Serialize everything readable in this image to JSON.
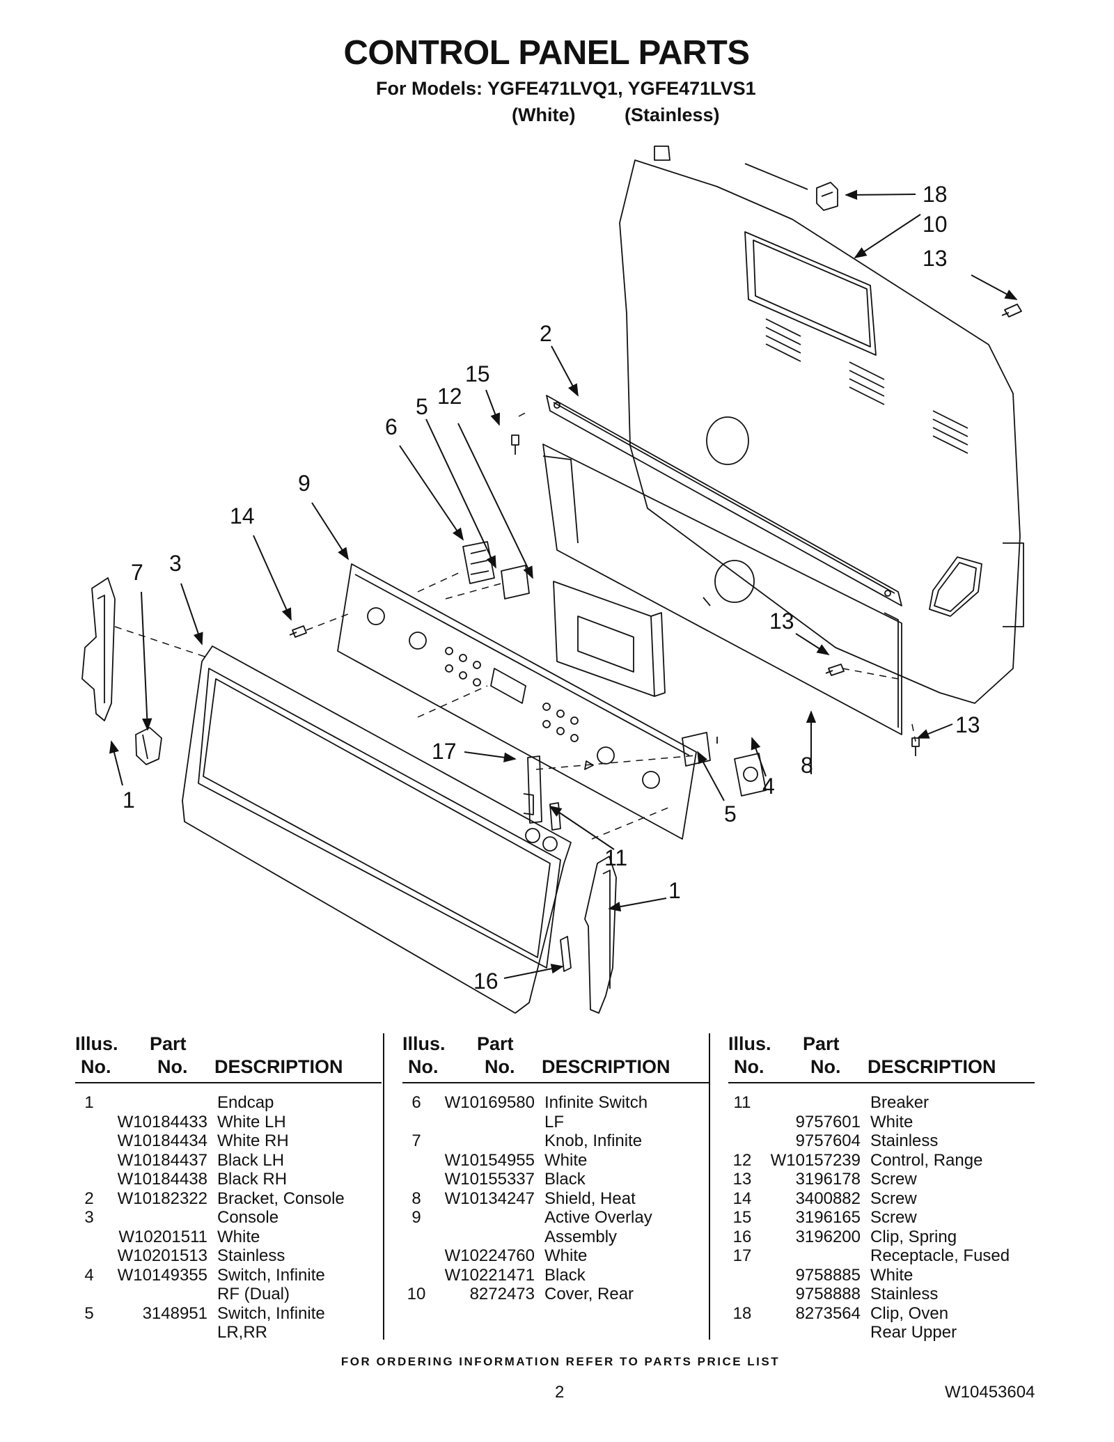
{
  "header": {
    "title": "CONTROL PANEL PARTS",
    "models": "For Models: YGFE471LVQ1, YGFE471LVS1",
    "variant_white": "(White)",
    "variant_stainless": "(Stainless)"
  },
  "callouts": {
    "c18": "18",
    "c10": "10",
    "c13a": "13",
    "c2": "2",
    "c15": "15",
    "c12": "12",
    "c5a": "5",
    "c6": "6",
    "c9": "9",
    "c14": "14",
    "c7": "7",
    "c3": "3",
    "c13b": "13",
    "c13c": "13",
    "c8": "8",
    "c4": "4",
    "c5b": "5",
    "c17": "17",
    "c11": "11",
    "c1a": "1",
    "c1b": "1",
    "c16": "16"
  },
  "table": {
    "headers": {
      "illus": "Illus.",
      "no1": "No.",
      "part": "Part",
      "no2": "No.",
      "description": "DESCRIPTION"
    },
    "columns": [
      [
        [
          "1",
          "",
          "Endcap"
        ],
        [
          "",
          "W10184433",
          "White LH"
        ],
        [
          "",
          "W10184434",
          "White RH"
        ],
        [
          "",
          "W10184437",
          "Black LH"
        ],
        [
          "",
          "W10184438",
          "Black RH"
        ],
        [
          "2",
          "W10182322",
          "Bracket, Console"
        ],
        [
          "3",
          "",
          "Console"
        ],
        [
          "",
          "W10201511",
          "White"
        ],
        [
          "",
          "W10201513",
          "Stainless"
        ],
        [
          "4",
          "W10149355",
          "Switch, Infinite"
        ],
        [
          "",
          "",
          "RF (Dual)"
        ],
        [
          "5",
          "3148951",
          "Switch, Infinite"
        ],
        [
          "",
          "",
          "LR,RR"
        ]
      ],
      [
        [
          "6",
          "W10169580",
          "Infinite Switch"
        ],
        [
          "",
          "",
          "LF"
        ],
        [
          "7",
          "",
          "Knob, Infinite"
        ],
        [
          "",
          "W10154955",
          "White"
        ],
        [
          "",
          "W10155337",
          "Black"
        ],
        [
          "8",
          "W10134247",
          "Shield, Heat"
        ],
        [
          "9",
          "",
          "Active Overlay"
        ],
        [
          "",
          "",
          "Assembly"
        ],
        [
          "",
          "W10224760",
          "White"
        ],
        [
          "",
          "W10221471",
          "Black"
        ],
        [
          "10",
          "8272473",
          "Cover, Rear"
        ]
      ],
      [
        [
          "11",
          "",
          "Breaker"
        ],
        [
          "",
          "9757601",
          "White"
        ],
        [
          "",
          "9757604",
          "Stainless"
        ],
        [
          "12",
          "W10157239",
          "Control, Range"
        ],
        [
          "13",
          "3196178",
          "Screw"
        ],
        [
          "14",
          "3400882",
          "Screw"
        ],
        [
          "15",
          "3196165",
          "Screw"
        ],
        [
          "16",
          "3196200",
          "Clip, Spring"
        ],
        [
          "17",
          "",
          "Receptacle, Fused"
        ],
        [
          "",
          "9758885",
          "White"
        ],
        [
          "",
          "9758888",
          "Stainless"
        ],
        [
          "18",
          "8273564",
          "Clip, Oven"
        ],
        [
          "",
          "",
          "Rear Upper"
        ]
      ]
    ]
  },
  "footer": {
    "ordering": "FOR ORDERING INFORMATION REFER TO PARTS PRICE LIST",
    "page": "2",
    "doc_number": "W10453604"
  }
}
